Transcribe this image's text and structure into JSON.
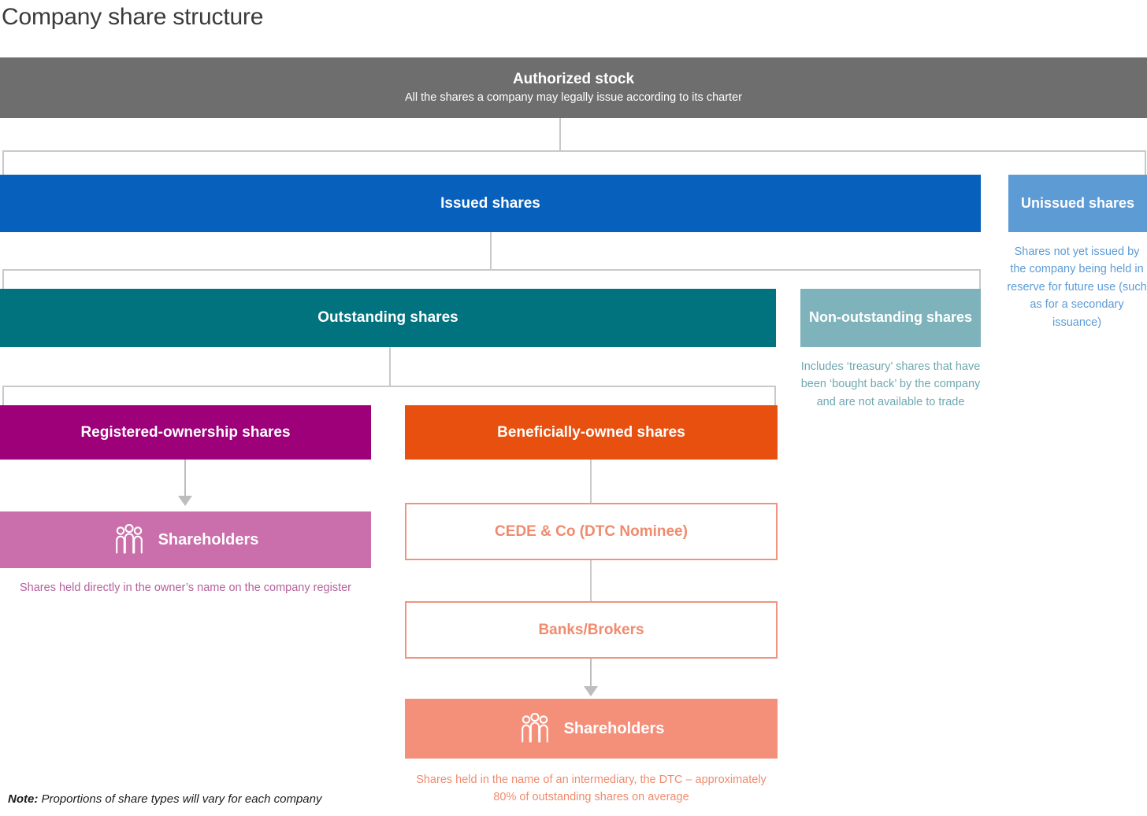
{
  "page_title": "Company share structure",
  "colors": {
    "authorized": "#6e6e6e",
    "issued": "#0860bd",
    "unissued": "#5d9bd5",
    "outstanding": "#00737f",
    "non_outstanding": "#7fb3bb",
    "registered": "#9d0079",
    "beneficial": "#e8500f",
    "shareholders_left": "#ca6fab",
    "shareholders_bottom": "#f4907a",
    "outline_orange": "#ef9480",
    "connector_gray": "#c9c9c9"
  },
  "nodes": {
    "authorized": {
      "title": "Authorized stock",
      "subtitle": "All the shares a company may legally issue according to its charter"
    },
    "issued": {
      "title": "Issued shares"
    },
    "unissued": {
      "title": "Unissued shares",
      "caption": "Shares not yet issued by the company being held in reserve for future use (such as for a secondary issuance)"
    },
    "outstanding": {
      "title": "Outstanding shares"
    },
    "non_outstanding": {
      "title": "Non-outstanding shares",
      "caption": "Includes ‘treasury’ shares that have been ‘bought back’ by the company and are not available to trade"
    },
    "registered": {
      "title": "Registered-ownership shares"
    },
    "beneficial": {
      "title": "Beneficially-owned shares"
    },
    "shareholders_left": {
      "label": "Shareholders",
      "icon": "people-group-icon",
      "caption": "Shares held directly in the owner’s name on the company register"
    },
    "cede": {
      "label": "CEDE & Co (DTC Nominee)"
    },
    "banks": {
      "label": "Banks/Brokers"
    },
    "shareholders_bottom": {
      "label": "Shareholders",
      "icon": "people-group-icon",
      "caption": "Shares held in the name of an intermediary, the DTC – approximately 80% of outstanding shares on average"
    }
  },
  "note": {
    "prefix": "Note:",
    "text": " Proportions of share types will vary for each company"
  }
}
